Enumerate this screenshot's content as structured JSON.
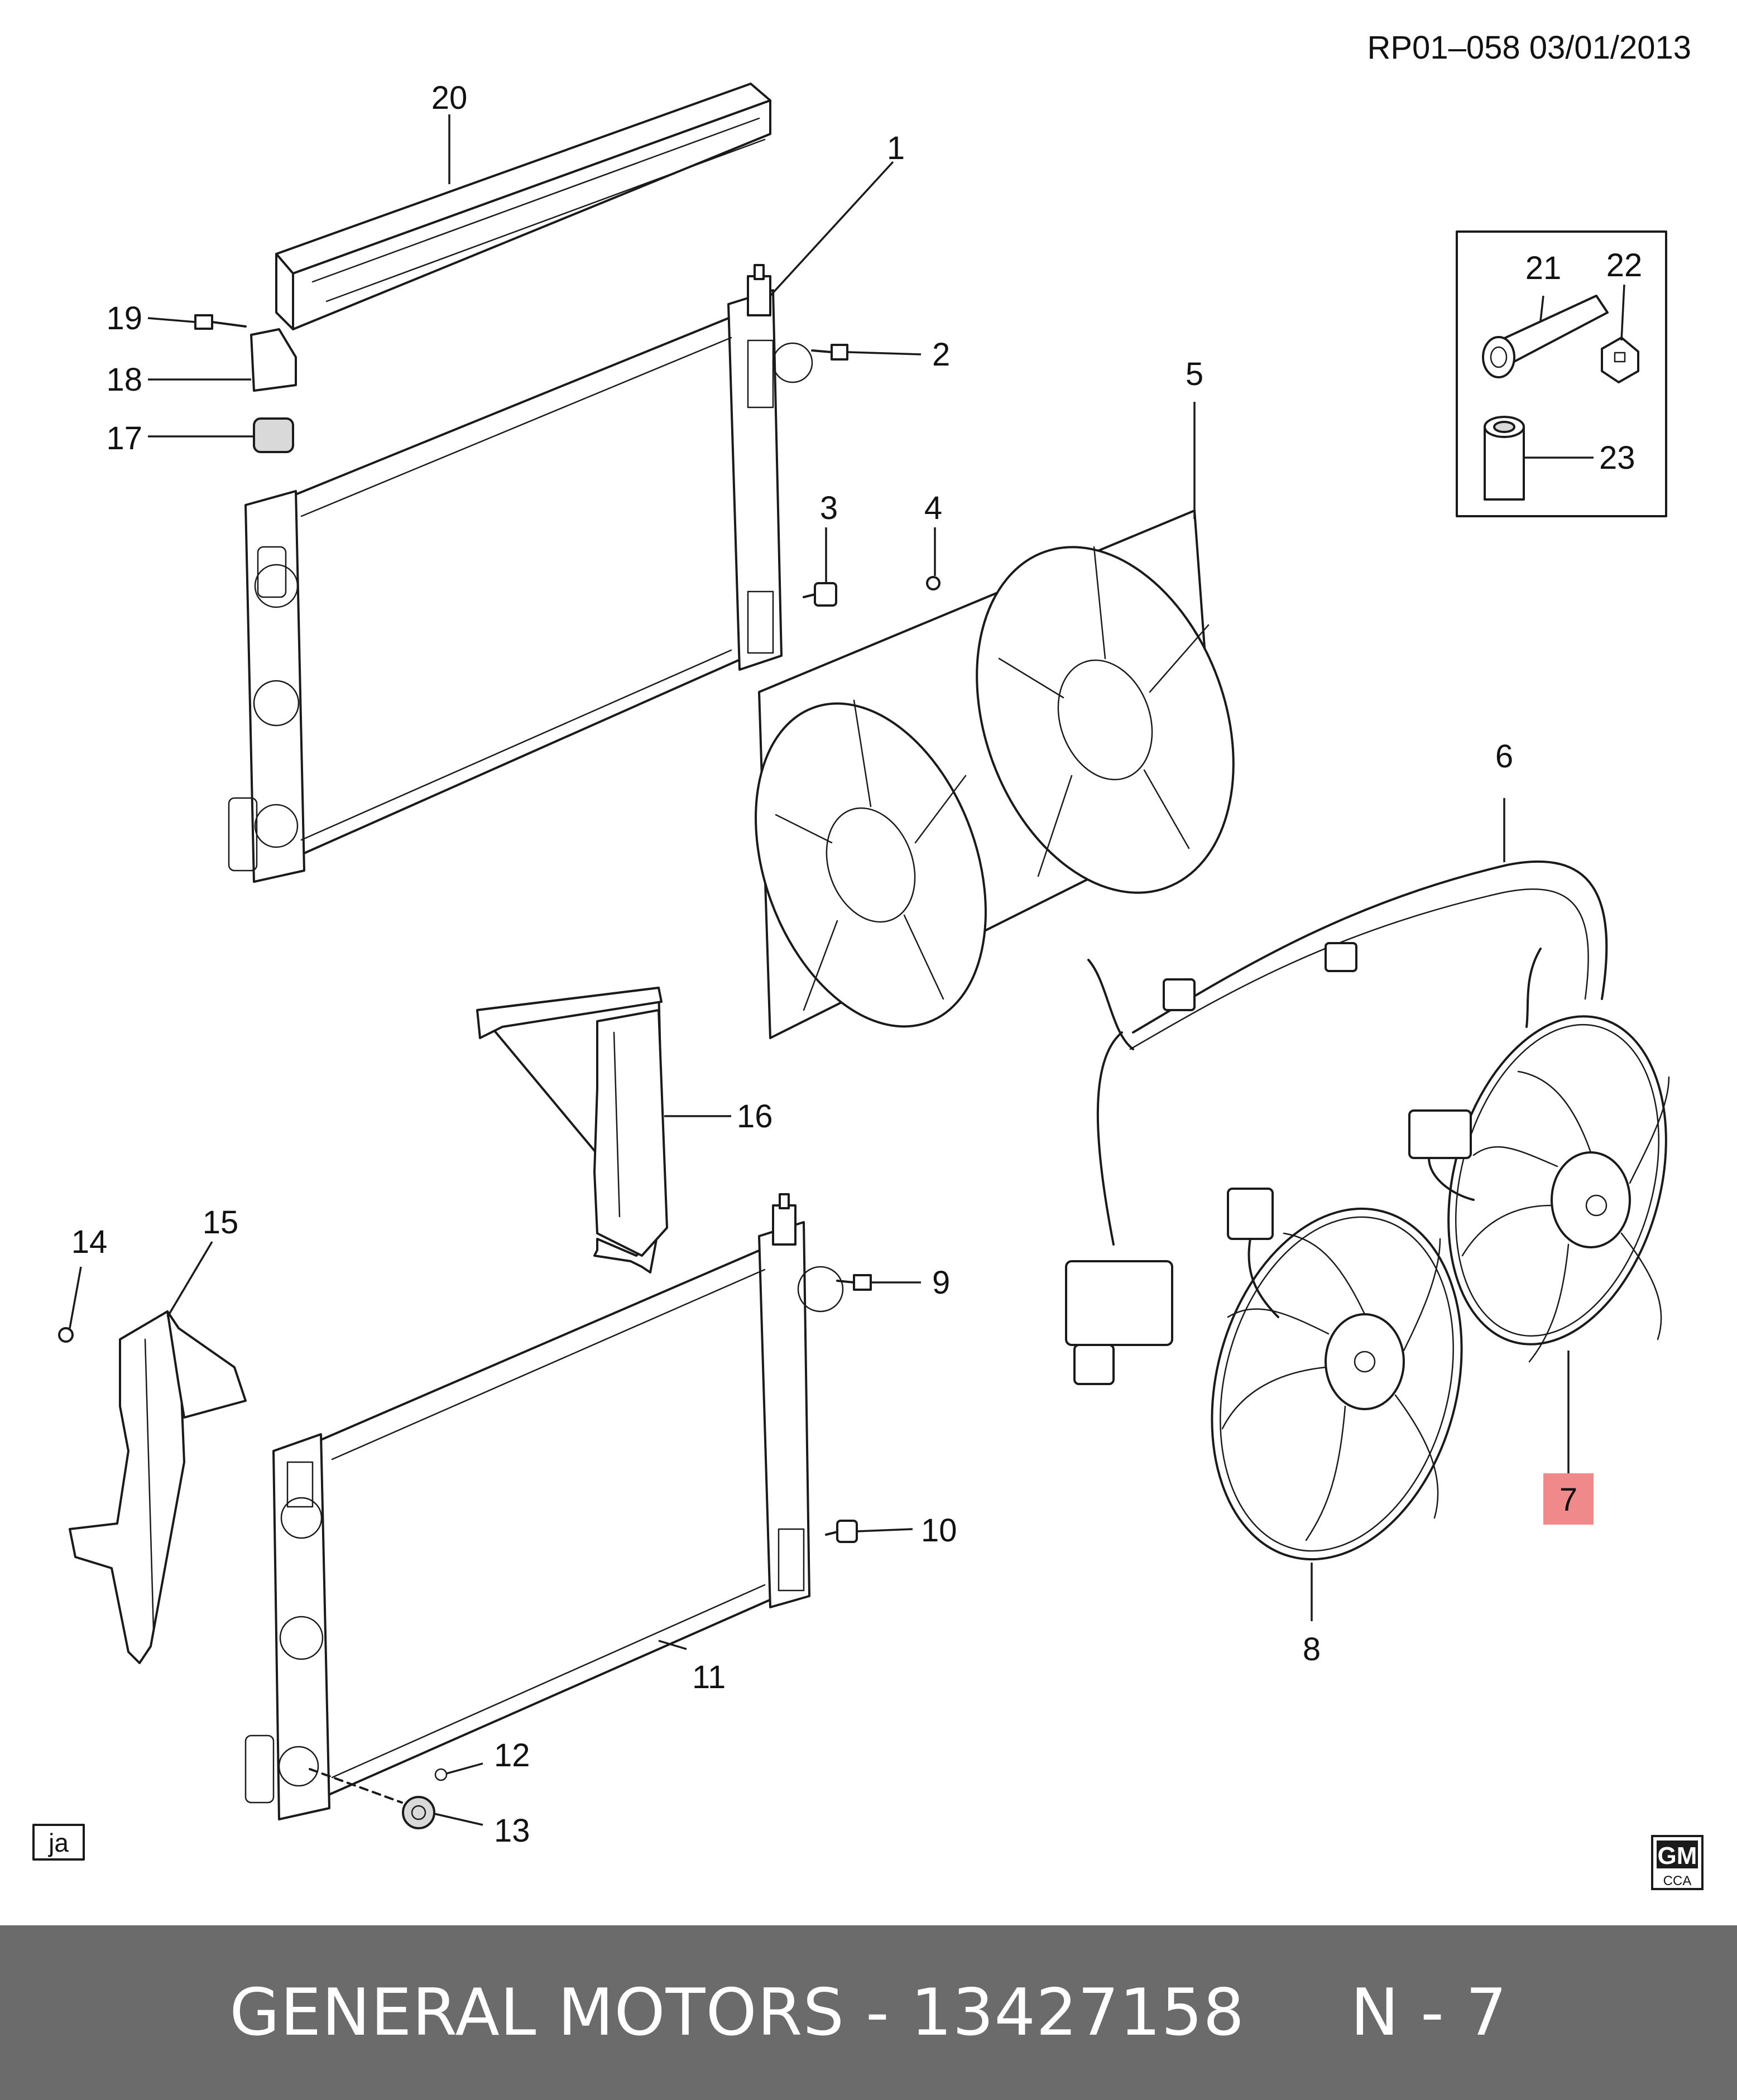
{
  "header": {
    "reference": "RP01–058  03/01/2013"
  },
  "callouts": {
    "c1": "1",
    "c2": "2",
    "c3": "3",
    "c4": "4",
    "c5": "5",
    "c6": "6",
    "c7": "7",
    "c8": "8",
    "c9": "9",
    "c10": "10",
    "c11": "11",
    "c12": "12",
    "c13": "13",
    "c14": "14",
    "c15": "15",
    "c16": "16",
    "c17": "17",
    "c18": "18",
    "c19": "19",
    "c20": "20",
    "c21": "21",
    "c22": "22",
    "c23": "23"
  },
  "highlight": {
    "part": "7",
    "color": "#f08a8a"
  },
  "corner_tag": "ja",
  "logo": {
    "main": "GM",
    "sub": "CCA"
  },
  "footer": {
    "brand": "GENERAL MOTORS",
    "separator": "-",
    "part_number": "13427158",
    "position": "N - 7"
  },
  "colors": {
    "footer_bg": "#6b6b6b",
    "footer_text": "#ffffff",
    "ink": "#1a1a1a"
  }
}
